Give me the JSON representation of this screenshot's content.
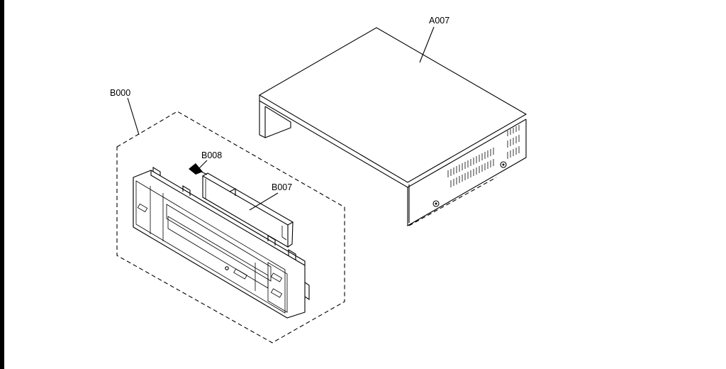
{
  "labels": {
    "cover": "A007",
    "front_panel_assembly": "B000",
    "screw": "B008",
    "window": "B007"
  }
}
